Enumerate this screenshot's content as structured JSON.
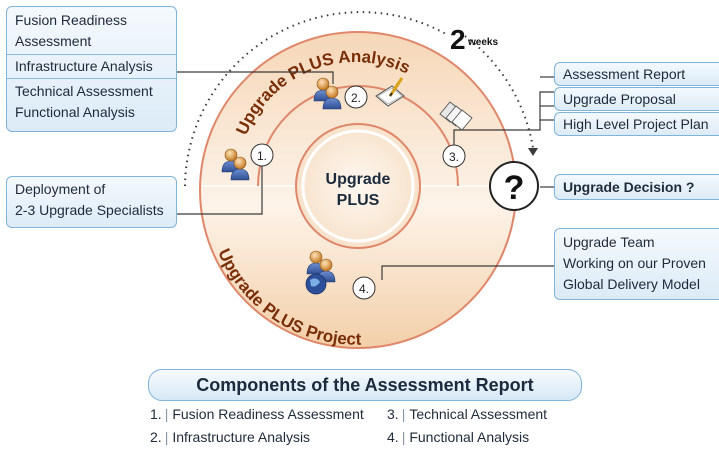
{
  "center": {
    "line1": "Upgrade",
    "line2": "PLUS"
  },
  "arc_top": "Upgrade PLUS Analysis",
  "arc_bottom": "Upgrade PLUS Project",
  "duration": {
    "number": "2",
    "unit": "weeks"
  },
  "steps": [
    "1.",
    "2.",
    "3.",
    "4."
  ],
  "decision_symbol": "?",
  "decision_label": "Upgrade Decision ?",
  "left_top_box": {
    "items": [
      "Fusion Readiness Assessment",
      "Infrastructure Analysis",
      "Technical Assessment Functional Analysis"
    ]
  },
  "deployment_box": {
    "line1": "Deployment of",
    "line2": "2-3 Upgrade Specialists"
  },
  "deliverables": [
    "Assessment Report",
    "Upgrade Proposal",
    "High Level Project Plan"
  ],
  "team_box": {
    "line1": "Upgrade Team",
    "line2": "Working on our Proven",
    "line3": "Global Delivery Model"
  },
  "components": {
    "title": "Components of the Assessment Report",
    "items": [
      {
        "num": "1.",
        "label": "Fusion Readiness Assessment"
      },
      {
        "num": "2.",
        "label": "Infrastructure Analysis"
      },
      {
        "num": "3.",
        "label": "Technical Assessment"
      },
      {
        "num": "4.",
        "label": "Functional Analysis"
      }
    ]
  },
  "colors": {
    "ring_outer": "#f2c9a3",
    "ring_line": "#e0876a",
    "accent_text": "#7a2e08",
    "box_border": "#7fb4dc"
  },
  "icons": [
    "people-icon",
    "notepad-icon",
    "documents-icon",
    "globe-people-icon"
  ]
}
